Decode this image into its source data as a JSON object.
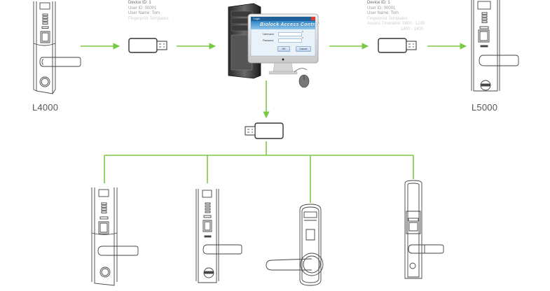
{
  "diagram": {
    "title": "Fingerprint lock data transfer via USB flash drive",
    "colors": {
      "connector": "#7ac943",
      "outline": "#333333",
      "text_dark": "#6a6a6a",
      "text_light": "#b0b0b0"
    },
    "source_device": {
      "label": "L4000",
      "info": [
        "Device ID: 1",
        "User ID: 00001",
        "User Name: Tom",
        "Fingerprint Templates"
      ]
    },
    "target_device": {
      "label": "L5000",
      "info": [
        "Device ID: 1",
        "User ID: 00001",
        "User Name: Tom",
        "Fingerprint Templates",
        "Access Timetable: 0800 - 1200",
        "1400 - 1800"
      ]
    },
    "computer": {
      "dialog": {
        "window_title": "Login",
        "banner": "Biolock Access Control",
        "fields": [
          {
            "label": "Username",
            "value": ""
          },
          {
            "label": "Password",
            "value": ""
          }
        ],
        "buttons": {
          "ok": "OK",
          "cancel": "Cancel"
        }
      }
    },
    "usb_drives": [
      "usb-to-computer",
      "usb-from-computer",
      "usb-distribution"
    ],
    "distribution_targets": [
      {
        "model": "lever-lock-keypad"
      },
      {
        "model": "lever-lock-slim"
      },
      {
        "model": "knob-lock-round"
      },
      {
        "model": "narrow-lever-lock"
      }
    ]
  }
}
